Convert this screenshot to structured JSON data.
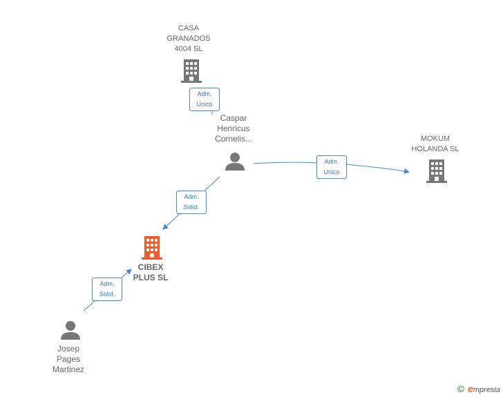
{
  "colors": {
    "edge": "#4a86c8",
    "company": "#777777",
    "focus_company": "#f05a28",
    "person": "#777777"
  },
  "nodes": {
    "casa_granados": {
      "lines": [
        "CASA",
        "GRANADOS",
        "4004 SL"
      ],
      "icon": "building-icon"
    },
    "caspar": {
      "lines": [
        "Caspar",
        "Henricus",
        "Cornelis..."
      ],
      "icon": "person-icon"
    },
    "mokum": {
      "lines": [
        "MOKUM",
        "HOLANDA SL"
      ],
      "icon": "building-icon"
    },
    "cibex": {
      "lines": [
        "CIBEX",
        "PLUS SL"
      ],
      "icon": "building-icon"
    },
    "josep": {
      "lines": [
        "Josep",
        "Pages",
        "Martinez"
      ],
      "icon": "person-icon"
    }
  },
  "edges": {
    "caspar_casa": {
      "line1": "Adm.",
      "line2": "Unico"
    },
    "caspar_mokum": {
      "line1": "Adm.",
      "line2": "Unico"
    },
    "caspar_cibex": {
      "line1": "Adm.",
      "line2": "Solid."
    },
    "josep_cibex": {
      "line1": "Adm.",
      "line2": "Solid."
    }
  },
  "footer": {
    "copyright": "©",
    "brand_initial": "e",
    "brand_rest": "mpresia"
  }
}
